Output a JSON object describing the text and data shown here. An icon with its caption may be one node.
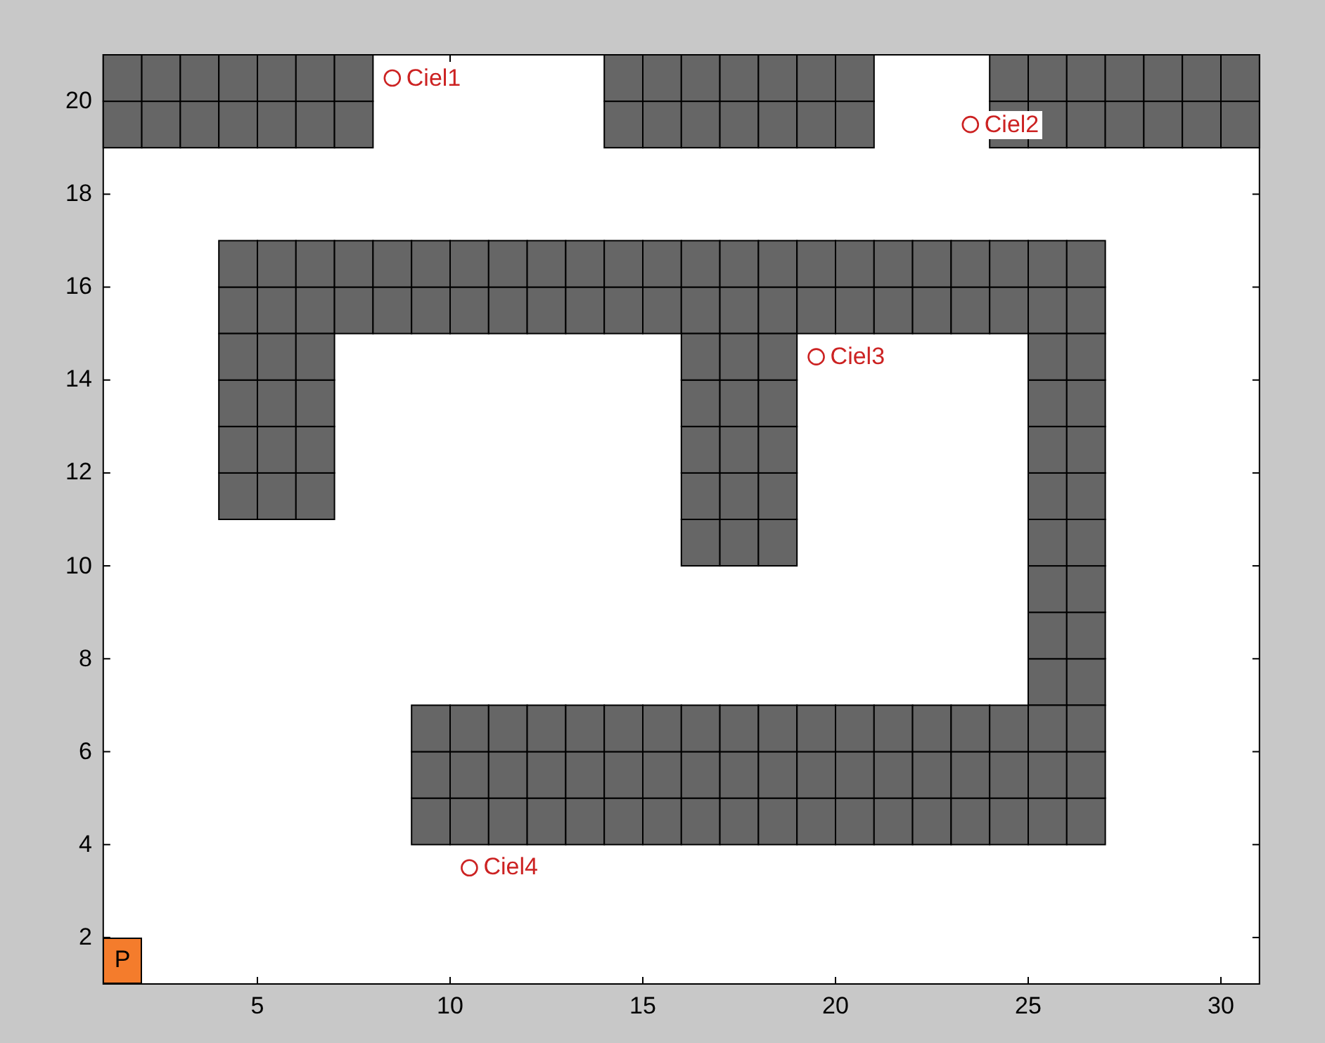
{
  "diagram": {
    "nodes": [
      {
        "text": [
          "P"
        ]
      }
    ],
    "labels": [
      "20",
      "Ciel1",
      "Ciel2",
      "18",
      "16",
      "14",
      "Ciel3",
      "12",
      "10",
      "8",
      "6",
      "4",
      "Ciel4",
      "2",
      "5",
      "10",
      "15",
      "20",
      "25",
      "30"
    ]
  }
}
